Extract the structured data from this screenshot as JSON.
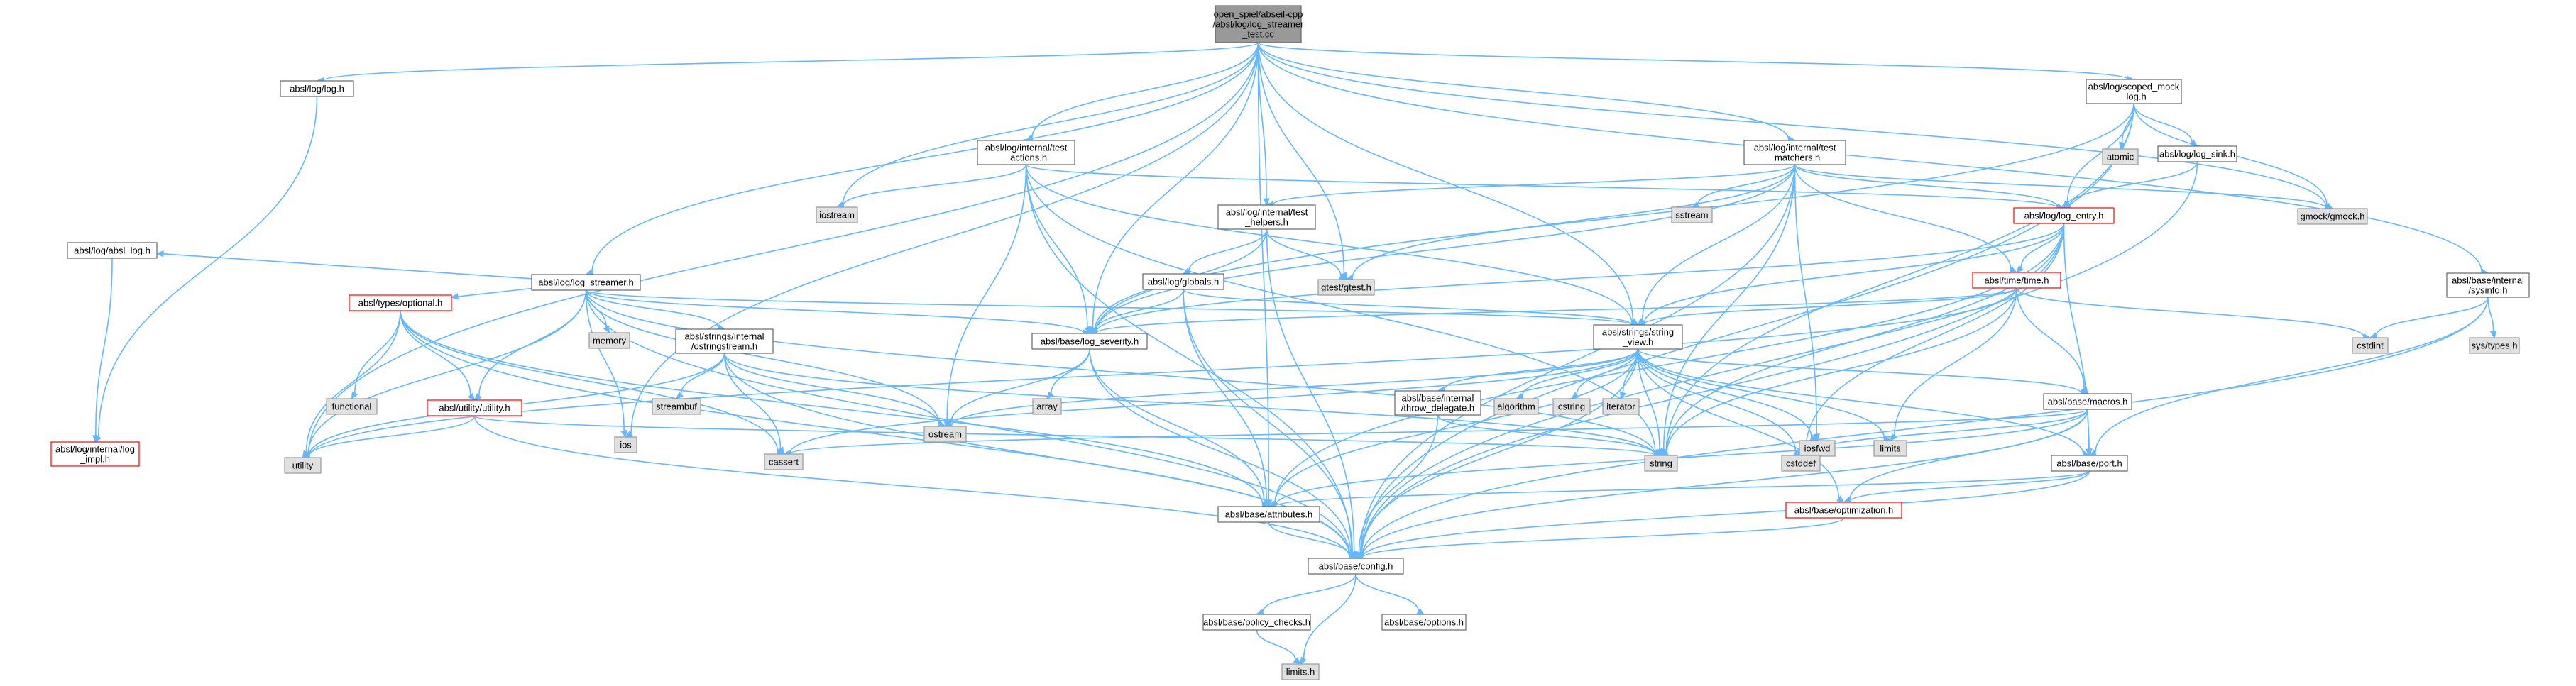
{
  "diagram": {
    "type": "include-dependency-graph",
    "colors": {
      "edge": "#63b8ff",
      "node_fill": "#ffffff",
      "node_border": "#666666",
      "root_fill": "#999999",
      "system_header_fill": "#e0e0e0",
      "incomplete_border": "#ff0000"
    },
    "nodes": [
      {
        "id": "root",
        "lines": [
          "open_spiel/abseil-cpp",
          "/absl/log/log_streamer",
          "_test.cc"
        ],
        "style": "root"
      },
      {
        "id": "log_h",
        "lines": [
          "absl/log/log.h"
        ],
        "style": "normal"
      },
      {
        "id": "log_impl",
        "lines": [
          "absl/log/internal/log",
          "_impl.h"
        ],
        "style": "red"
      },
      {
        "id": "absl_log",
        "lines": [
          "absl/log/absl_log.h"
        ],
        "style": "normal"
      },
      {
        "id": "log_streamer",
        "lines": [
          "absl/log/log_streamer.h"
        ],
        "style": "normal"
      },
      {
        "id": "optional",
        "lines": [
          "absl/types/optional.h"
        ],
        "style": "red"
      },
      {
        "id": "functional",
        "lines": [
          "functional"
        ],
        "style": "system"
      },
      {
        "id": "utility_h",
        "lines": [
          "absl/utility/utility.h"
        ],
        "style": "red"
      },
      {
        "id": "utility",
        "lines": [
          "utility"
        ],
        "style": "system"
      },
      {
        "id": "memory",
        "lines": [
          "memory"
        ],
        "style": "system"
      },
      {
        "id": "ostringstream",
        "lines": [
          "absl/strings/internal",
          "/ostringstream.h"
        ],
        "style": "normal"
      },
      {
        "id": "streambuf",
        "lines": [
          "streambuf"
        ],
        "style": "system"
      },
      {
        "id": "ios",
        "lines": [
          "ios"
        ],
        "style": "system"
      },
      {
        "id": "cassert",
        "lines": [
          "cassert"
        ],
        "style": "system"
      },
      {
        "id": "test_actions",
        "lines": [
          "absl/log/internal/test",
          "_actions.h"
        ],
        "style": "normal"
      },
      {
        "id": "iostream",
        "lines": [
          "iostream"
        ],
        "style": "system"
      },
      {
        "id": "ostream",
        "lines": [
          "ostream"
        ],
        "style": "system"
      },
      {
        "id": "test_helpers",
        "lines": [
          "absl/log/internal/test",
          "_helpers.h"
        ],
        "style": "normal"
      },
      {
        "id": "globals",
        "lines": [
          "absl/log/globals.h"
        ],
        "style": "normal"
      },
      {
        "id": "log_severity",
        "lines": [
          "absl/base/log_severity.h"
        ],
        "style": "normal"
      },
      {
        "id": "array",
        "lines": [
          "array"
        ],
        "style": "system"
      },
      {
        "id": "gtest",
        "lines": [
          "gtest/gtest.h"
        ],
        "style": "system"
      },
      {
        "id": "test_matchers",
        "lines": [
          "absl/log/internal/test",
          "_matchers.h"
        ],
        "style": "normal"
      },
      {
        "id": "sstream",
        "lines": [
          "sstream"
        ],
        "style": "system"
      },
      {
        "id": "string_view",
        "lines": [
          "absl/strings/string",
          "_view.h"
        ],
        "style": "normal"
      },
      {
        "id": "throw_delegate",
        "lines": [
          "absl/base/internal",
          "/throw_delegate.h"
        ],
        "style": "normal"
      },
      {
        "id": "algorithm",
        "lines": [
          "algorithm"
        ],
        "style": "system"
      },
      {
        "id": "cstring",
        "lines": [
          "cstring"
        ],
        "style": "system"
      },
      {
        "id": "iterator",
        "lines": [
          "iterator"
        ],
        "style": "system"
      },
      {
        "id": "iosfwd",
        "lines": [
          "iosfwd"
        ],
        "style": "system"
      },
      {
        "id": "limits",
        "lines": [
          "limits"
        ],
        "style": "system"
      },
      {
        "id": "string",
        "lines": [
          "string"
        ],
        "style": "system"
      },
      {
        "id": "cstddef",
        "lines": [
          "cstddef"
        ],
        "style": "system"
      },
      {
        "id": "time_h",
        "lines": [
          "absl/time/time.h"
        ],
        "style": "red"
      },
      {
        "id": "log_entry",
        "lines": [
          "absl/log/log_entry.h"
        ],
        "style": "red"
      },
      {
        "id": "macros",
        "lines": [
          "absl/base/macros.h"
        ],
        "style": "normal"
      },
      {
        "id": "port",
        "lines": [
          "absl/base/port.h"
        ],
        "style": "normal"
      },
      {
        "id": "optimization",
        "lines": [
          "absl/base/optimization.h"
        ],
        "style": "red"
      },
      {
        "id": "attributes",
        "lines": [
          "absl/base/attributes.h"
        ],
        "style": "normal"
      },
      {
        "id": "config",
        "lines": [
          "absl/base/config.h"
        ],
        "style": "normal"
      },
      {
        "id": "policy_checks",
        "lines": [
          "absl/base/policy_checks.h"
        ],
        "style": "normal"
      },
      {
        "id": "options",
        "lines": [
          "absl/base/options.h"
        ],
        "style": "normal"
      },
      {
        "id": "limits_h",
        "lines": [
          "limits.h"
        ],
        "style": "system"
      },
      {
        "id": "scoped_mock",
        "lines": [
          "absl/log/scoped_mock",
          "_log.h"
        ],
        "style": "normal"
      },
      {
        "id": "atomic",
        "lines": [
          "atomic"
        ],
        "style": "system"
      },
      {
        "id": "log_sink",
        "lines": [
          "absl/log/log_sink.h"
        ],
        "style": "normal"
      },
      {
        "id": "gmock",
        "lines": [
          "gmock/gmock.h"
        ],
        "style": "system"
      },
      {
        "id": "sysinfo",
        "lines": [
          "absl/base/internal",
          "/sysinfo.h"
        ],
        "style": "normal"
      },
      {
        "id": "cstdint",
        "lines": [
          "cstdint"
        ],
        "style": "system"
      },
      {
        "id": "sys_types",
        "lines": [
          "sys/types.h"
        ],
        "style": "system"
      }
    ],
    "edges": [
      [
        "root",
        "log_h"
      ],
      [
        "root",
        "utility"
      ],
      [
        "root",
        "log_streamer"
      ],
      [
        "root",
        "ios"
      ],
      [
        "root",
        "iostream"
      ],
      [
        "root",
        "test_actions"
      ],
      [
        "root",
        "log_severity"
      ],
      [
        "root",
        "test_helpers"
      ],
      [
        "root",
        "gtest"
      ],
      [
        "root",
        "attributes"
      ],
      [
        "root",
        "string_view"
      ],
      [
        "root",
        "test_matchers"
      ],
      [
        "root",
        "scoped_mock"
      ],
      [
        "root",
        "gmock"
      ],
      [
        "root",
        "sysinfo"
      ],
      [
        "log_h",
        "log_impl"
      ],
      [
        "absl_log",
        "log_impl"
      ],
      [
        "log_streamer",
        "absl_log"
      ],
      [
        "log_streamer",
        "optional"
      ],
      [
        "log_streamer",
        "utility"
      ],
      [
        "log_streamer",
        "utility_h"
      ],
      [
        "log_streamer",
        "memory"
      ],
      [
        "log_streamer",
        "ostringstream"
      ],
      [
        "log_streamer",
        "ios"
      ],
      [
        "log_streamer",
        "ostream"
      ],
      [
        "log_streamer",
        "log_severity"
      ],
      [
        "log_streamer",
        "string_view"
      ],
      [
        "log_streamer",
        "string"
      ],
      [
        "log_streamer",
        "config"
      ],
      [
        "optional",
        "functional"
      ],
      [
        "optional",
        "utility_h"
      ],
      [
        "optional",
        "utility"
      ],
      [
        "optional",
        "cassert"
      ],
      [
        "optional",
        "attributes"
      ],
      [
        "optional",
        "config"
      ],
      [
        "utility_h",
        "utility"
      ],
      [
        "utility_h",
        "config"
      ],
      [
        "utility_h",
        "string"
      ],
      [
        "ostringstream",
        "streambuf"
      ],
      [
        "ostringstream",
        "ostream"
      ],
      [
        "ostringstream",
        "cassert"
      ],
      [
        "ostringstream",
        "string"
      ],
      [
        "ostringstream",
        "config"
      ],
      [
        "ostringstream",
        "utility"
      ],
      [
        "test_actions",
        "iostream"
      ],
      [
        "test_actions",
        "ostream"
      ],
      [
        "test_actions",
        "log_severity"
      ],
      [
        "test_actions",
        "log_entry"
      ],
      [
        "test_actions",
        "string_view"
      ],
      [
        "test_actions",
        "string"
      ],
      [
        "test_actions",
        "config"
      ],
      [
        "test_helpers",
        "globals"
      ],
      [
        "test_helpers",
        "log_severity"
      ],
      [
        "test_helpers",
        "gtest"
      ],
      [
        "test_helpers",
        "config"
      ],
      [
        "globals",
        "log_severity"
      ],
      [
        "globals",
        "string_view"
      ],
      [
        "globals",
        "attributes"
      ],
      [
        "globals",
        "config"
      ],
      [
        "log_severity",
        "array"
      ],
      [
        "log_severity",
        "ostream"
      ],
      [
        "log_severity",
        "attributes"
      ],
      [
        "log_severity",
        "config"
      ],
      [
        "test_matchers",
        "test_helpers"
      ],
      [
        "test_matchers",
        "gtest"
      ],
      [
        "test_matchers",
        "sstream"
      ],
      [
        "test_matchers",
        "log_entry"
      ],
      [
        "test_matchers",
        "time_h"
      ],
      [
        "test_matchers",
        "string_view"
      ],
      [
        "test_matchers",
        "iosfwd"
      ],
      [
        "test_matchers",
        "string"
      ],
      [
        "test_matchers",
        "gmock"
      ],
      [
        "test_matchers",
        "log_severity"
      ],
      [
        "test_matchers",
        "config"
      ],
      [
        "string_view",
        "ostream"
      ],
      [
        "string_view",
        "throw_delegate"
      ],
      [
        "string_view",
        "algorithm"
      ],
      [
        "string_view",
        "cstring"
      ],
      [
        "string_view",
        "iterator"
      ],
      [
        "string_view",
        "iosfwd"
      ],
      [
        "string_view",
        "limits"
      ],
      [
        "string_view",
        "string"
      ],
      [
        "string_view",
        "cstddef"
      ],
      [
        "string_view",
        "macros"
      ],
      [
        "string_view",
        "port"
      ],
      [
        "string_view",
        "optimization"
      ],
      [
        "string_view",
        "attributes"
      ],
      [
        "string_view",
        "config"
      ],
      [
        "string_view",
        "cassert"
      ],
      [
        "throw_delegate",
        "string"
      ],
      [
        "throw_delegate",
        "config"
      ],
      [
        "time_h",
        "log_severity"
      ],
      [
        "time_h",
        "string_view"
      ],
      [
        "time_h",
        "macros"
      ],
      [
        "time_h",
        "limits"
      ],
      [
        "time_h",
        "cstdint"
      ],
      [
        "time_h",
        "string"
      ],
      [
        "time_h",
        "utility"
      ],
      [
        "log_entry",
        "string_view"
      ],
      [
        "log_entry",
        "time_h"
      ],
      [
        "log_entry",
        "log_severity"
      ],
      [
        "log_entry",
        "attributes"
      ],
      [
        "log_entry",
        "config"
      ],
      [
        "log_entry",
        "string"
      ],
      [
        "log_entry",
        "port"
      ],
      [
        "log_entry",
        "cstddef"
      ],
      [
        "macros",
        "cassert"
      ],
      [
        "macros",
        "cstddef"
      ],
      [
        "macros",
        "attributes"
      ],
      [
        "macros",
        "config"
      ],
      [
        "macros",
        "optimization"
      ],
      [
        "macros",
        "port"
      ],
      [
        "port",
        "attributes"
      ],
      [
        "port",
        "config"
      ],
      [
        "port",
        "optimization"
      ],
      [
        "optimization",
        "config"
      ],
      [
        "attributes",
        "config"
      ],
      [
        "config",
        "policy_checks"
      ],
      [
        "config",
        "options"
      ],
      [
        "config",
        "limits_h"
      ],
      [
        "policy_checks",
        "limits_h"
      ],
      [
        "scoped_mock",
        "atomic"
      ],
      [
        "scoped_mock",
        "log_sink"
      ],
      [
        "scoped_mock",
        "log_entry"
      ],
      [
        "scoped_mock",
        "gmock"
      ],
      [
        "scoped_mock",
        "log_severity"
      ],
      [
        "scoped_mock",
        "string"
      ],
      [
        "scoped_mock",
        "config"
      ],
      [
        "log_sink",
        "log_entry"
      ],
      [
        "log_sink",
        "config"
      ],
      [
        "sysinfo",
        "cstdint"
      ],
      [
        "sysinfo",
        "sys_types"
      ],
      [
        "sysinfo",
        "port"
      ],
      [
        "sysinfo",
        "config"
      ]
    ]
  }
}
